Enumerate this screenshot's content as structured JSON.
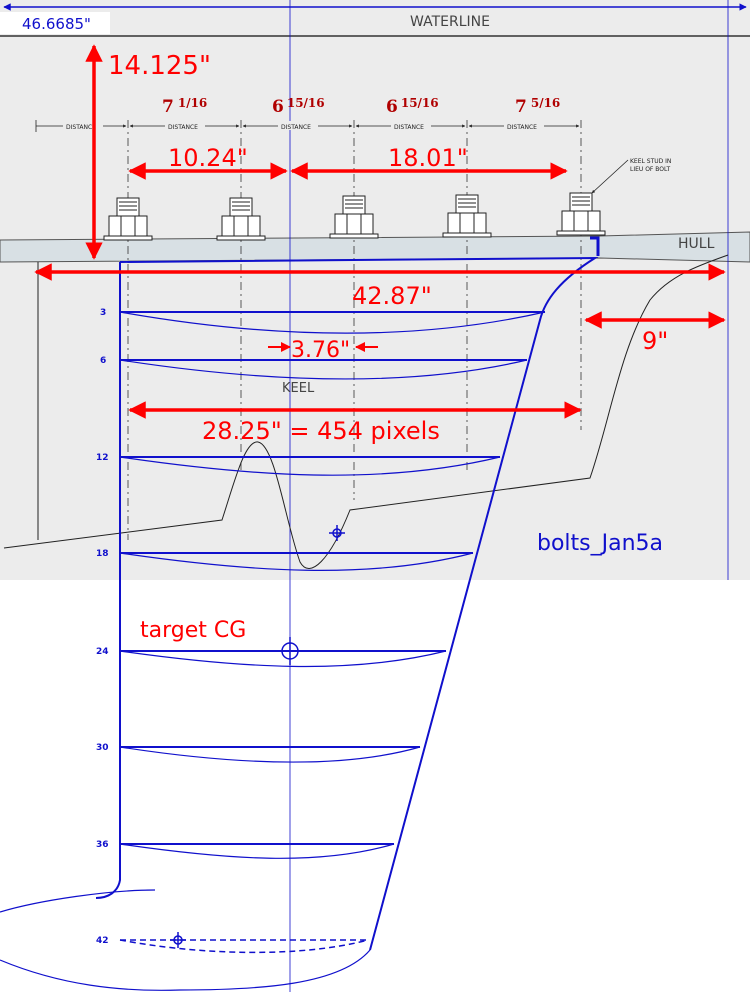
{
  "labels": {
    "waterline": "WATERLINE",
    "hull": "HULL",
    "keel": "KEEL",
    "keel_stud_note_1": "KEEL STUD IN",
    "keel_stud_note_2": "LIEU OF BOLT",
    "distance": "DISTANCE",
    "file_tag": "bolts_Jan5a",
    "target_cg": "target CG"
  },
  "dimensions": {
    "top_width": "46.6685\"",
    "depth": "14.125\"",
    "bolt_spacing_a": "10.24\"",
    "bolt_spacing_b": "18.01\"",
    "overall": "42.87\"",
    "inner": "3.76\"",
    "scale": "28.25\" = 454 pixels",
    "aft": "9\""
  },
  "bolt_distances": [
    {
      "whole": "7",
      "frac": "1/16"
    },
    {
      "whole": "6",
      "frac": "15/16"
    },
    {
      "whole": "6",
      "frac": "15/16"
    },
    {
      "whole": "7",
      "frac": "5/16"
    }
  ],
  "stations": [
    "3",
    "6",
    "12",
    "18",
    "24",
    "30",
    "36",
    "42"
  ],
  "colors": {
    "dimension_red": "#ff0000",
    "drawing_blue": "#1010cc",
    "fraction_red": "#b00000",
    "background_gray": "#ececec"
  }
}
